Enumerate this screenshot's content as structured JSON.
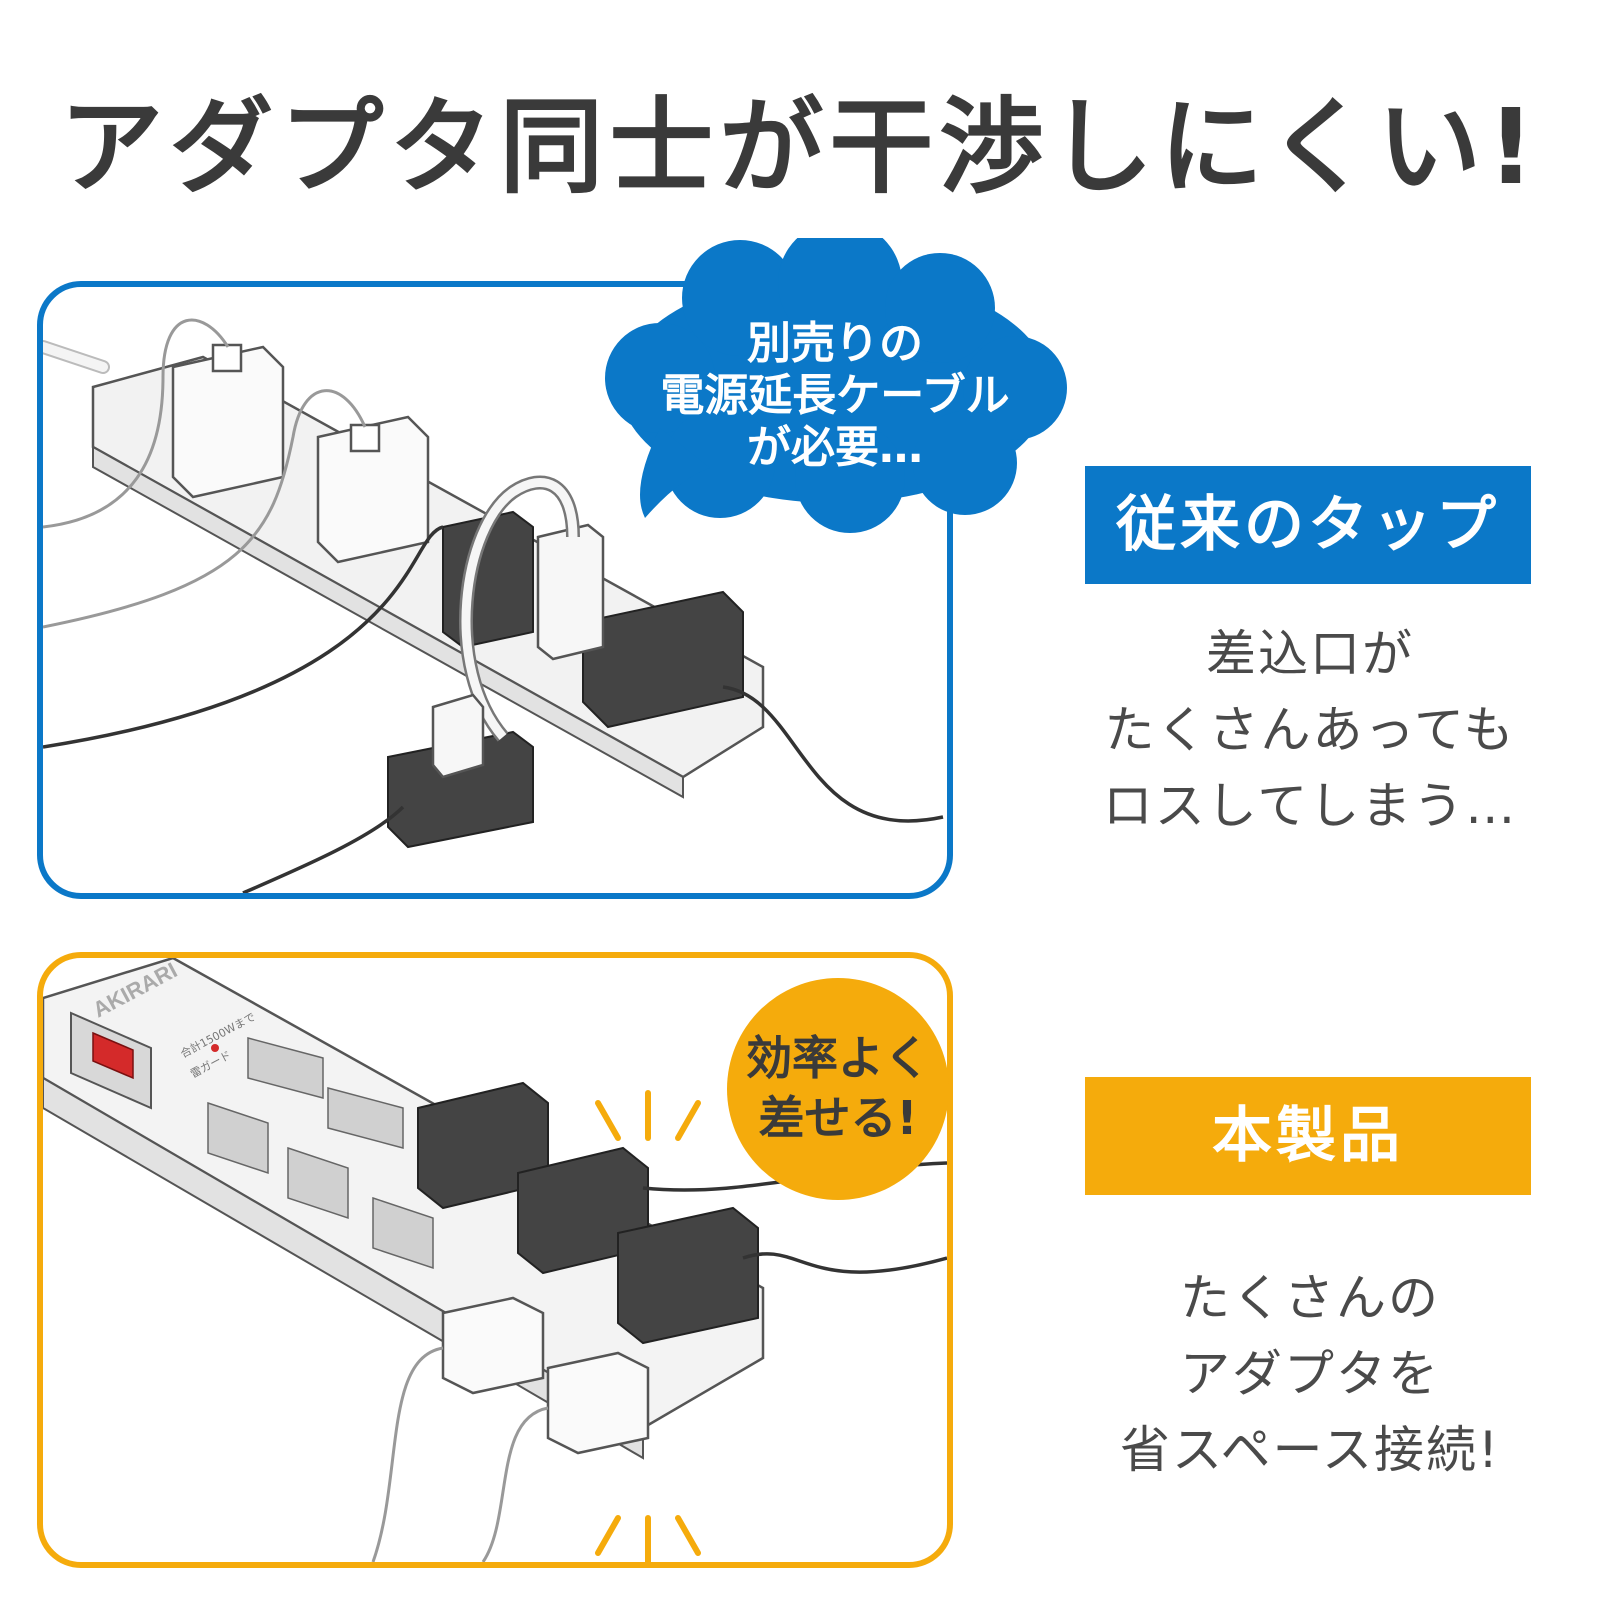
{
  "headline": "アダプタ同士が干渉しにくい!",
  "conventional": {
    "bubble_lines": [
      "別売りの",
      "電源延長ケーブル",
      "が必要…"
    ],
    "label": "従来のタップ",
    "description_lines": [
      "差込口が",
      "たくさんあっても",
      "ロスしてしまう…"
    ]
  },
  "product": {
    "brand_mark": "AKIRARI",
    "strip_note_1": "合計1500Wまで",
    "strip_note_2": "雷ガード",
    "bubble_lines": [
      "効率よく",
      "差せる!"
    ],
    "label": "本製品",
    "description_lines": [
      "たくさんの",
      "アダプタを",
      "省スペース接続!"
    ]
  },
  "colors": {
    "conventional_accent": "#0b78c8",
    "product_accent": "#f5ab0c",
    "text": "#3a3a3a"
  }
}
